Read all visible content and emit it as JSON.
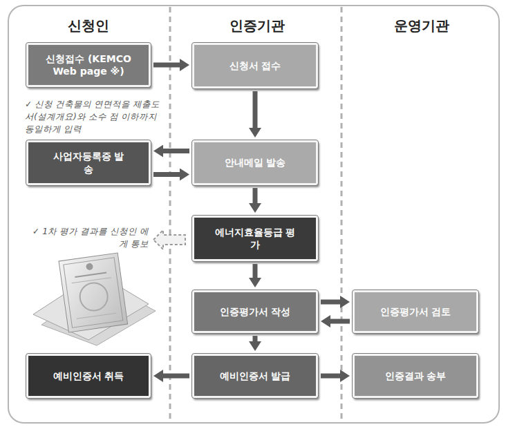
{
  "diagram": {
    "nodes": [
      {
        "text": [
          "신청접수 (KEMCO Web page ※)"
        ]
      },
      {
        "text": [
          "신청서 접수"
        ]
      },
      {
        "text": [
          "사업자등록증 발송"
        ]
      },
      {
        "text": [
          "안내메일 발송"
        ]
      },
      {
        "text": [
          "에너지효율등급 평가"
        ]
      },
      {
        "text": [
          "인증평가서 작성"
        ]
      },
      {
        "text": [
          "인증평가서 검토"
        ]
      },
      {
        "text": [
          "예비인증서 취득"
        ]
      },
      {
        "text": [
          "예비인증서 발급"
        ]
      },
      {
        "text": [
          "인증결과 송부"
        ]
      }
    ],
    "edges": [
      {
        "from": 0,
        "to": 1,
        "arrow": "to"
      },
      {
        "from": 1,
        "to": 3,
        "arrow": "to"
      },
      {
        "from": 3,
        "to": 2,
        "arrow": "to"
      },
      {
        "from": 2,
        "to": 3,
        "arrow": "to"
      },
      {
        "from": 3,
        "to": 4,
        "arrow": "to"
      },
      {
        "from": 4,
        "to": 5,
        "arrow": "to"
      },
      {
        "from": 5,
        "to": 6,
        "arrow": "to"
      },
      {
        "from": 6,
        "to": 5,
        "arrow": "to"
      },
      {
        "from": 5,
        "to": 8,
        "arrow": "to"
      },
      {
        "from": 8,
        "to": 7,
        "arrow": "to"
      },
      {
        "from": 8,
        "to": 9,
        "arrow": "to"
      }
    ],
    "labels": [
      "신청인",
      "인증기관",
      "운영기관",
      "✓ 신청 건축물의 연면적을 제출도서(설계개요)와 소수 점 이하까지 동일하게 입력",
      "✓ 1차 평가 결과를 신청인 에게 통보"
    ]
  }
}
